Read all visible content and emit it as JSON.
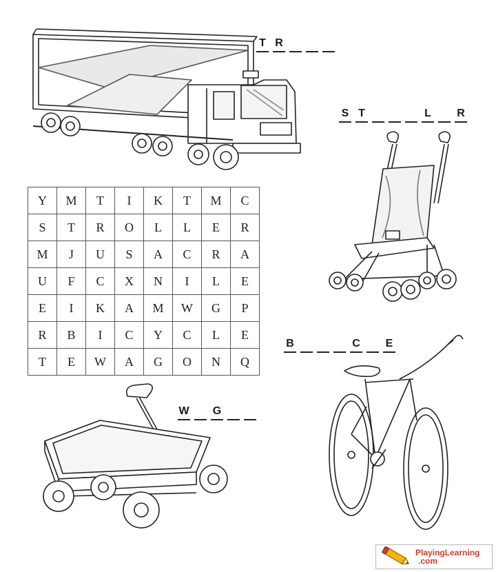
{
  "hints": {
    "truck": [
      "T",
      "R",
      "",
      "",
      ""
    ],
    "stroller": [
      "S",
      "T",
      "",
      "",
      "",
      "L",
      "",
      "R"
    ],
    "bicycle": [
      "B",
      "",
      "",
      "",
      "C",
      "",
      "E"
    ],
    "wagon": [
      "W",
      "",
      "G",
      "",
      ""
    ]
  },
  "grid": [
    [
      "Y",
      "M",
      "T",
      "I",
      "K",
      "T",
      "M",
      "C"
    ],
    [
      "S",
      "T",
      "R",
      "O",
      "L",
      "L",
      "E",
      "R"
    ],
    [
      "M",
      "J",
      "U",
      "S",
      "A",
      "C",
      "R",
      "A"
    ],
    [
      "U",
      "F",
      "C",
      "X",
      "N",
      "I",
      "L",
      "E"
    ],
    [
      "E",
      "I",
      "K",
      "A",
      "M",
      "W",
      "G",
      "P"
    ],
    [
      "R",
      "B",
      "I",
      "C",
      "Y",
      "C",
      "L",
      "E"
    ],
    [
      "T",
      "E",
      "W",
      "A",
      "G",
      "O",
      "N",
      "Q"
    ]
  ],
  "logo": {
    "line1": "PlayingLearning",
    "line2": ".com",
    "icon": "pencil-icon",
    "accent": "#d13b2a"
  }
}
